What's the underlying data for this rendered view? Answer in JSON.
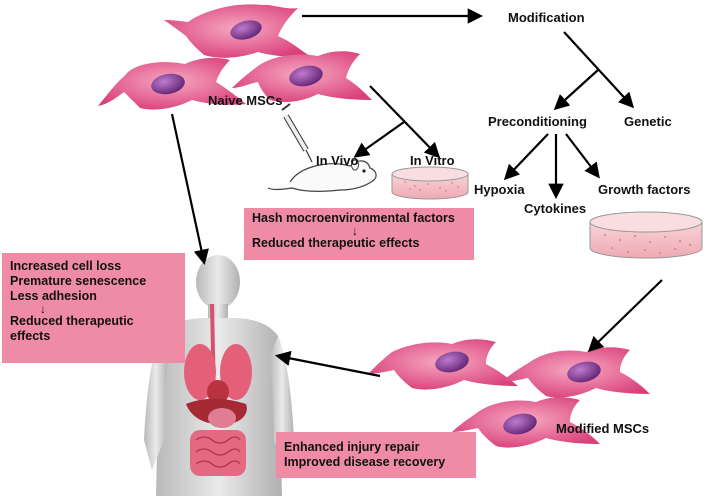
{
  "labels": {
    "modification": "Modification",
    "naive_mscs": "Naive MSCs",
    "preconditioning": "Preconditioning",
    "genetic": "Genetic",
    "in_vivo": "In Vivo",
    "in_vitro": "In Vitro",
    "hypoxia": "Hypoxia",
    "cytokines": "Cytokines",
    "growth_factors": "Growth factors",
    "modified_mscs": "Modified MSCs"
  },
  "boxes": {
    "microenvironment": {
      "line1": "Hash mocroenvironmental factors",
      "arrow": "↓",
      "line2": "Reduced therapeutic effects"
    },
    "cell_loss": {
      "line1": "Increased cell loss",
      "line2": "Premature senescence",
      "line3": "Less adhesion",
      "arrow": "↓",
      "line4": "Reduced therapeutic",
      "line5": "effects"
    },
    "repair": {
      "line1": "Enhanced injury repair",
      "line2": "Improved disease recovery"
    }
  },
  "colors": {
    "cell_body": "#e85c8a",
    "cell_nucleus": "#7b3a8e",
    "box_fill": "#ef8ba4",
    "dish_fill": "#f6c9cf",
    "arrow": "#000000"
  }
}
